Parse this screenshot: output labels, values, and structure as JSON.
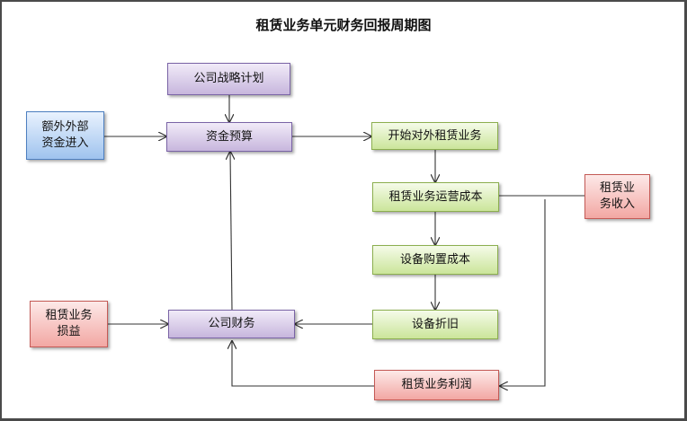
{
  "title": "租赁业务单元财务回报周期图",
  "nodes": {
    "strategy": "公司战略计划",
    "external_funds_line1": "额外外部",
    "external_funds_line2": "资金进入",
    "budget": "资金预算",
    "start_leasing": "开始对外租赁业务",
    "operating_cost": "租赁业务运营成本",
    "leasing_income_line1": "租赁业",
    "leasing_income_line2": "务收入",
    "equipment_purchase": "设备购置成本",
    "leasing_pl_line1": "租赁业务",
    "leasing_pl_line2": "损益",
    "company_finance": "公司财务",
    "depreciation": "设备折旧",
    "leasing_profit": "租赁业务利润"
  },
  "colors": {
    "purple": "#c7b6dd",
    "green": "#cbe59a",
    "red": "#f2a7a3",
    "blue": "#9fc3ee",
    "line": "#333333"
  }
}
